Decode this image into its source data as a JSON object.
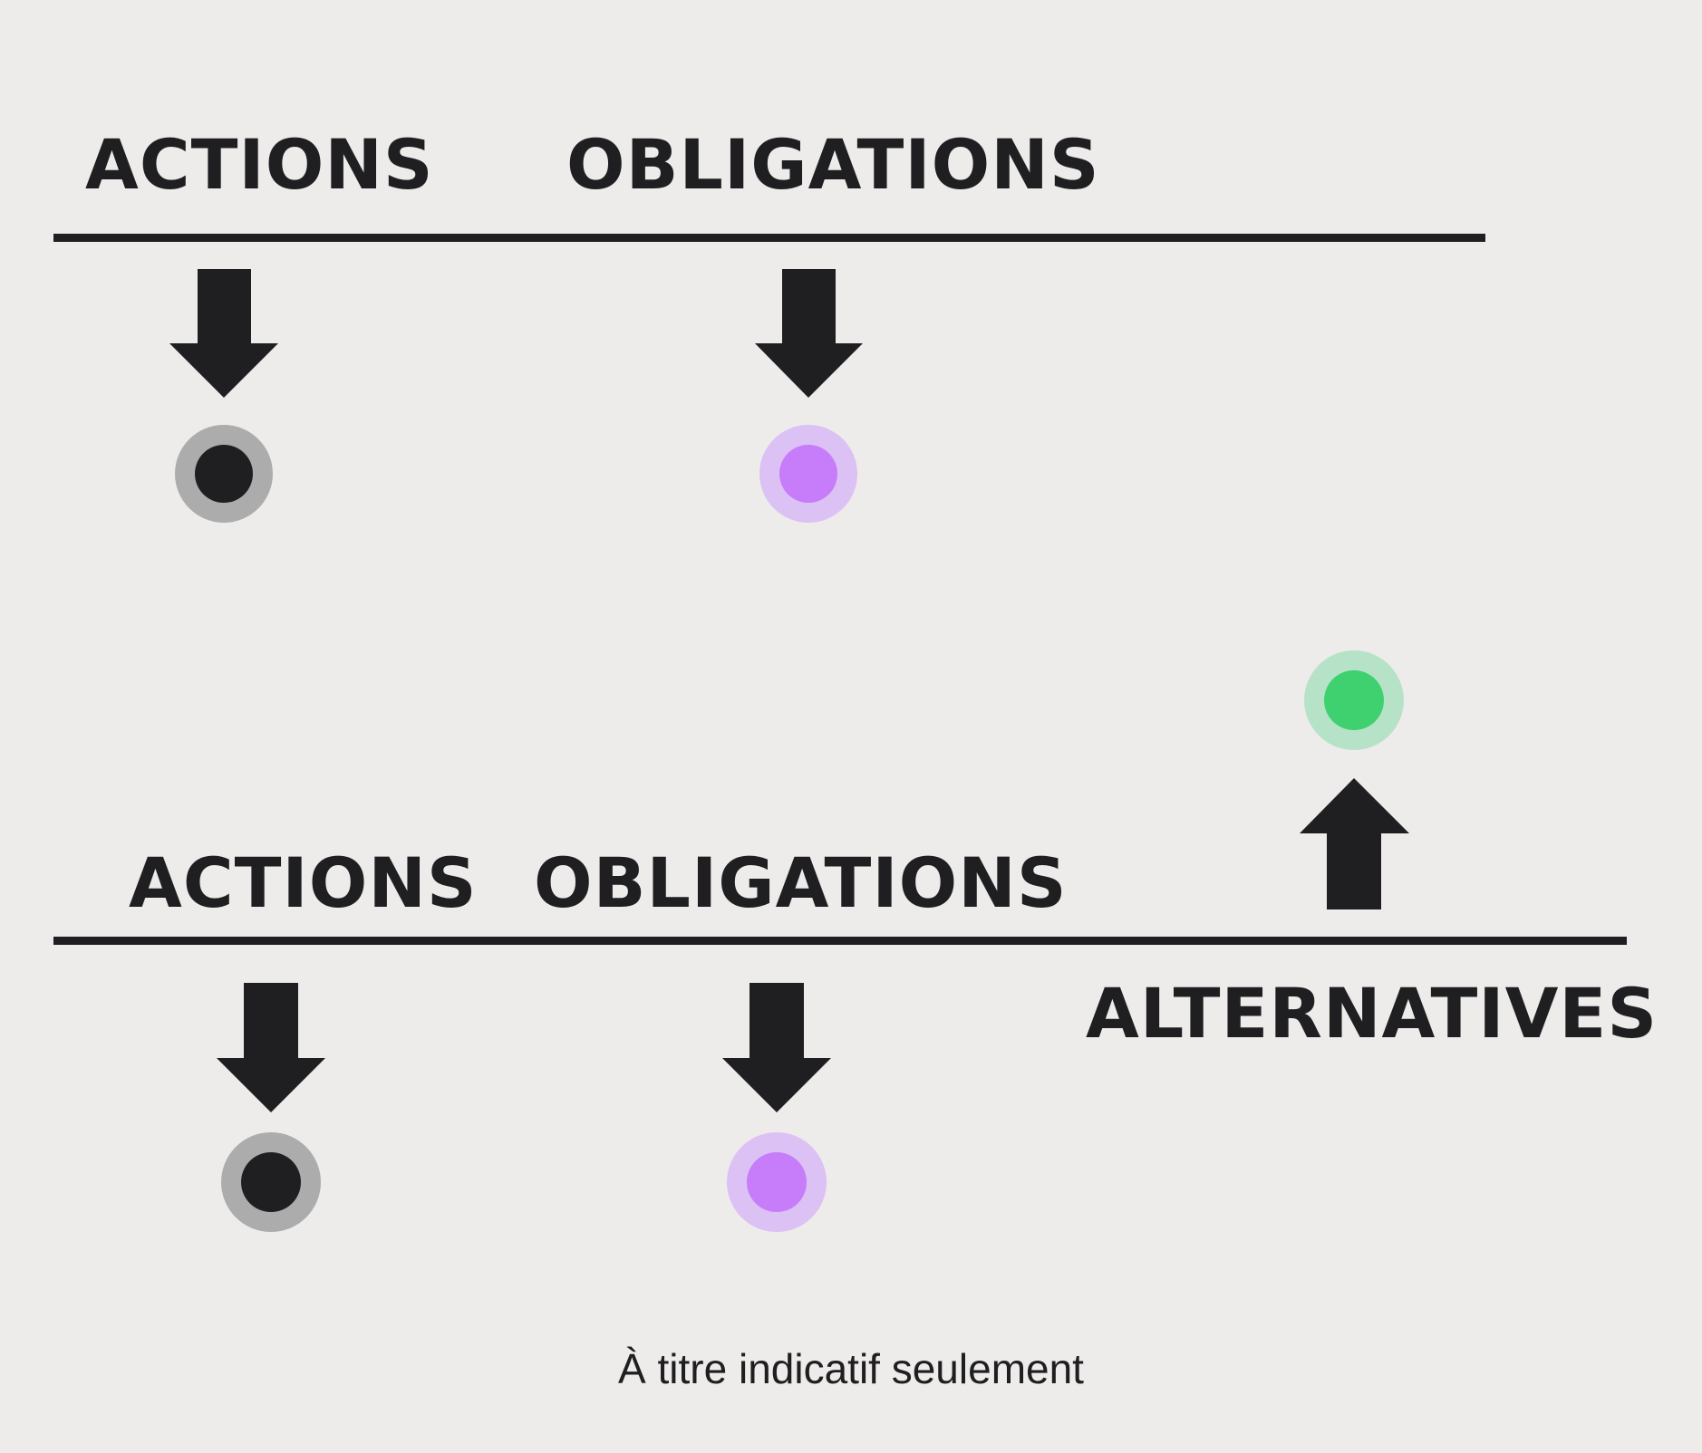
{
  "colors": {
    "background": "#edecea",
    "ink": "#1f1e21",
    "stocks_inner": "#1f1e21",
    "stocks_ring": "#adacac",
    "bonds_inner": "#c77cf9",
    "bonds_ring": "#dcc1f4",
    "alternatives_inner": "#3fd06f",
    "alternatives_ring": "#b6e3c7"
  },
  "top_panel": {
    "stocks_label": "ACTIONS",
    "bonds_label": "OBLIGATIONS",
    "stocks_direction": "down",
    "bonds_direction": "down"
  },
  "bottom_panel": {
    "stocks_label": "ACTIONS",
    "bonds_label": "OBLIGATIONS",
    "alternatives_label": "ALTERNATIVES",
    "stocks_direction": "down",
    "bonds_direction": "down",
    "alternatives_direction": "up"
  },
  "footnote": "À titre indicatif seulement"
}
